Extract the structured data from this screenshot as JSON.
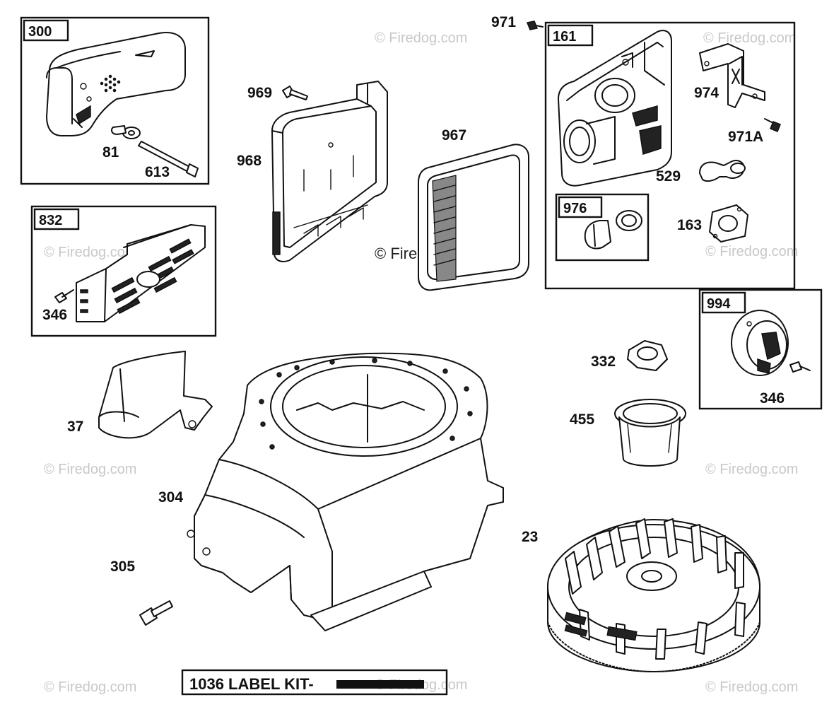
{
  "watermark": "© Firedog.com",
  "kit_label": "1036 LABEL KIT-",
  "kits": {
    "k300": "300",
    "k832": "832",
    "k161": "161",
    "k976": "976",
    "k994": "994"
  },
  "parts": {
    "p81": "81",
    "p613": "613",
    "p346a": "346",
    "p969": "969",
    "p968": "968",
    "p967": "967",
    "p971": "971",
    "p974": "974",
    "p971a": "971A",
    "p529": "529",
    "p163": "163",
    "p332": "332",
    "p455": "455",
    "p346b": "346",
    "p37": "37",
    "p304": "304",
    "p305": "305",
    "p23": "23"
  }
}
